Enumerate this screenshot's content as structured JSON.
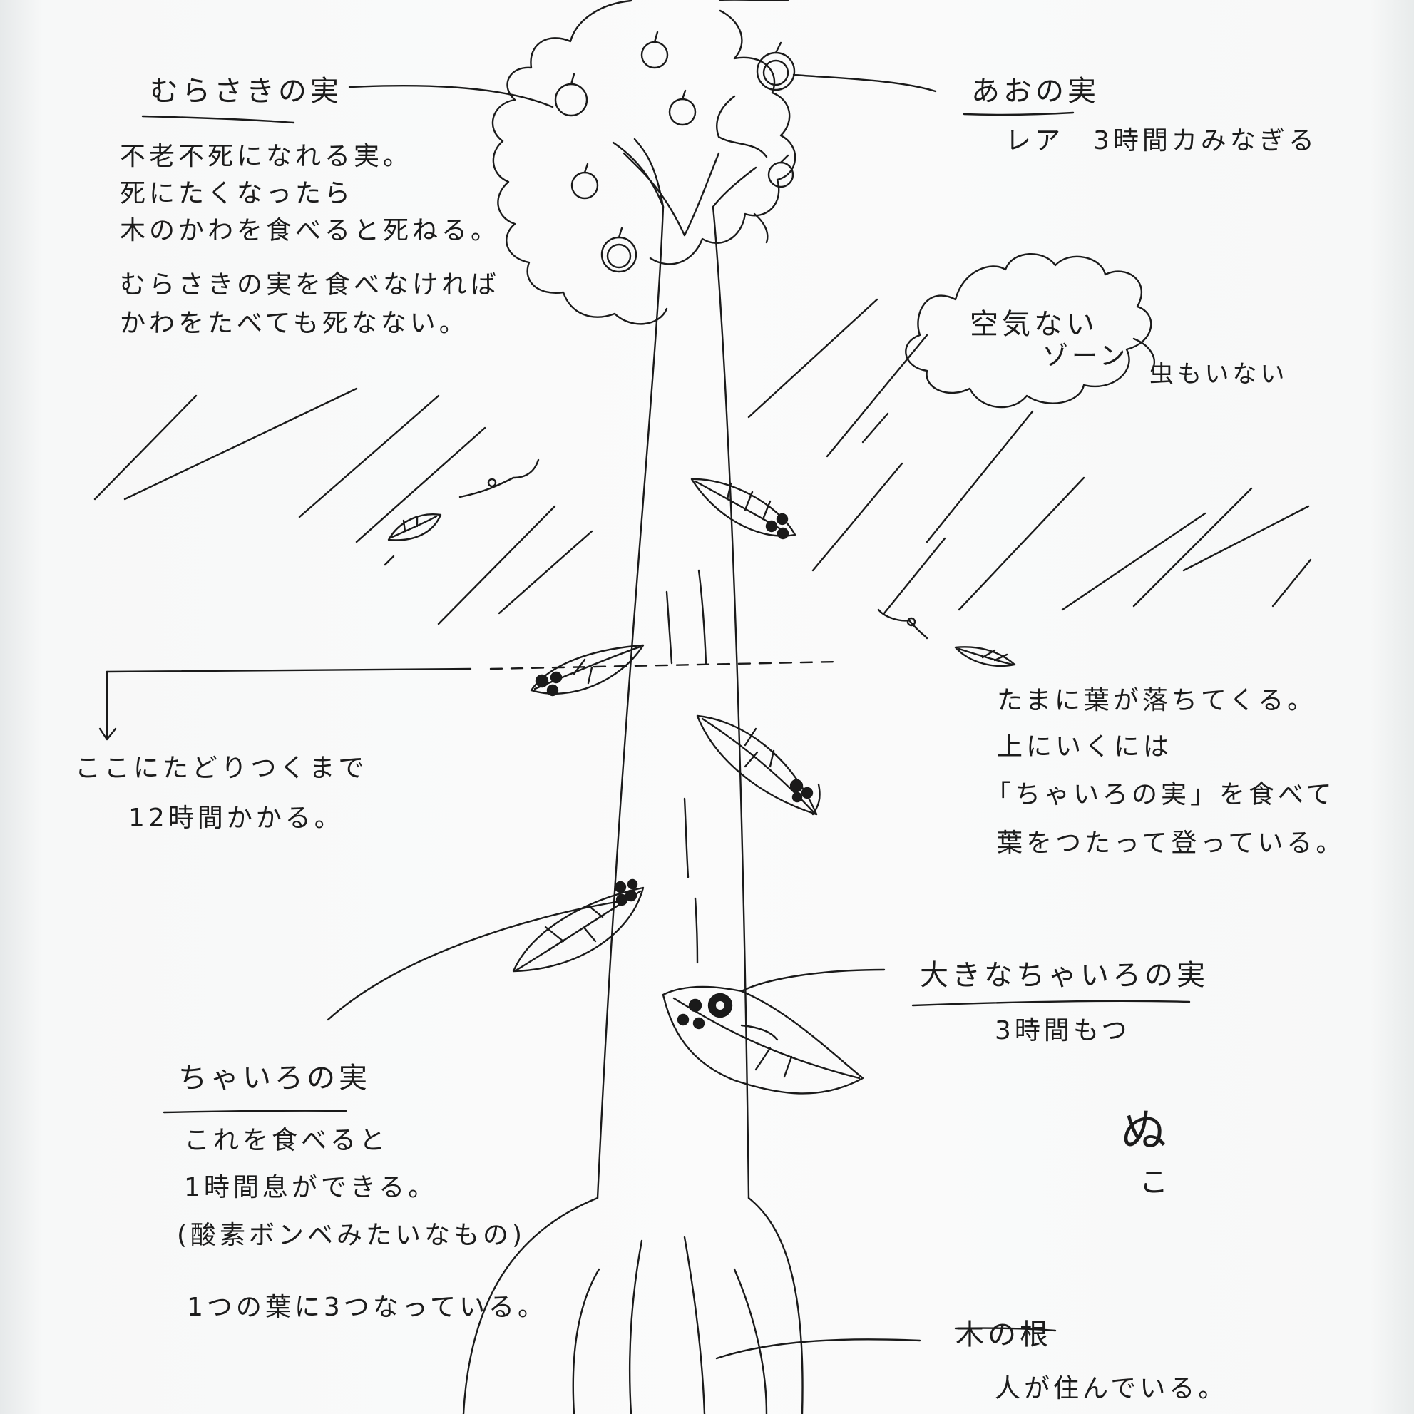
{
  "murasaki": {
    "title": "むらさきの実",
    "lines": [
      "不老不死になれる実。",
      "死にたくなったら",
      "木のかわを食べると死ねる。",
      "むらさきの実を食べなければ",
      "かわをたべても死なない。"
    ]
  },
  "ao": {
    "title": "あおの実",
    "desc": "レア　3時間カみなぎる"
  },
  "cloud": {
    "line1": "空気ない",
    "line2": "ゾーン",
    "note": "虫もいない"
  },
  "reach": {
    "lines": [
      "ここにたどりつくまで",
      "12時間かかる。"
    ]
  },
  "falling": {
    "lines": [
      "たまに葉が落ちてくる。",
      "上にいくには",
      "「ちゃいろの実」を食べて",
      "葉をつたって登っている。"
    ]
  },
  "big_brown": {
    "title": "大きなちゃいろの実",
    "desc": "3時間もつ"
  },
  "brown": {
    "title": "ちゃいろの実",
    "lines": [
      "これを食べると",
      "1時間息ができる。",
      "(酸素ボンベみたいなもの)",
      "1つの葉に3つなっている。"
    ]
  },
  "roots": {
    "title": "木の根",
    "desc": "人が住んでいる。"
  },
  "signature": {
    "mark": "ぬ",
    "sub": "こ"
  }
}
